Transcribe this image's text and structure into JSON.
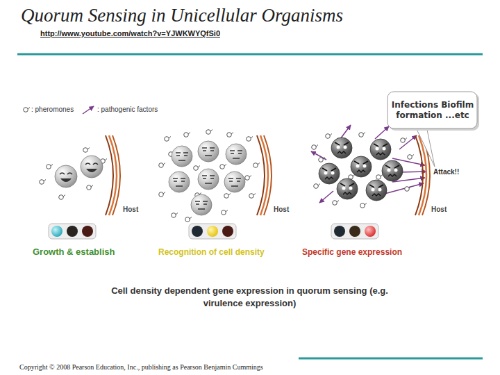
{
  "diagram": {
    "title": "Quorum Sensing in Unicellular Organisms",
    "caption": "Cell density dependent gene expression in quorum sensing (e.g. virulence expression)",
    "nodes": [
      {
        "text": [
          "Infections Biofilm formation ...etc"
        ]
      }
    ],
    "labels": [
      "http://www.youtube.com/watch?v=YJWKWYQfSi0",
      "Host",
      "Host",
      "Attack!!",
      "Host",
      "Growth & establish",
      "Recognition of cell density",
      "Specific gene expression",
      "Copyright © 2008 Pearson Education, Inc., publishing as Pearson Benjamin Cummings"
    ],
    "legend": [
      {
        "text": ": pheromones"
      },
      {
        "text": ": pathogenic factors"
      }
    ]
  }
}
